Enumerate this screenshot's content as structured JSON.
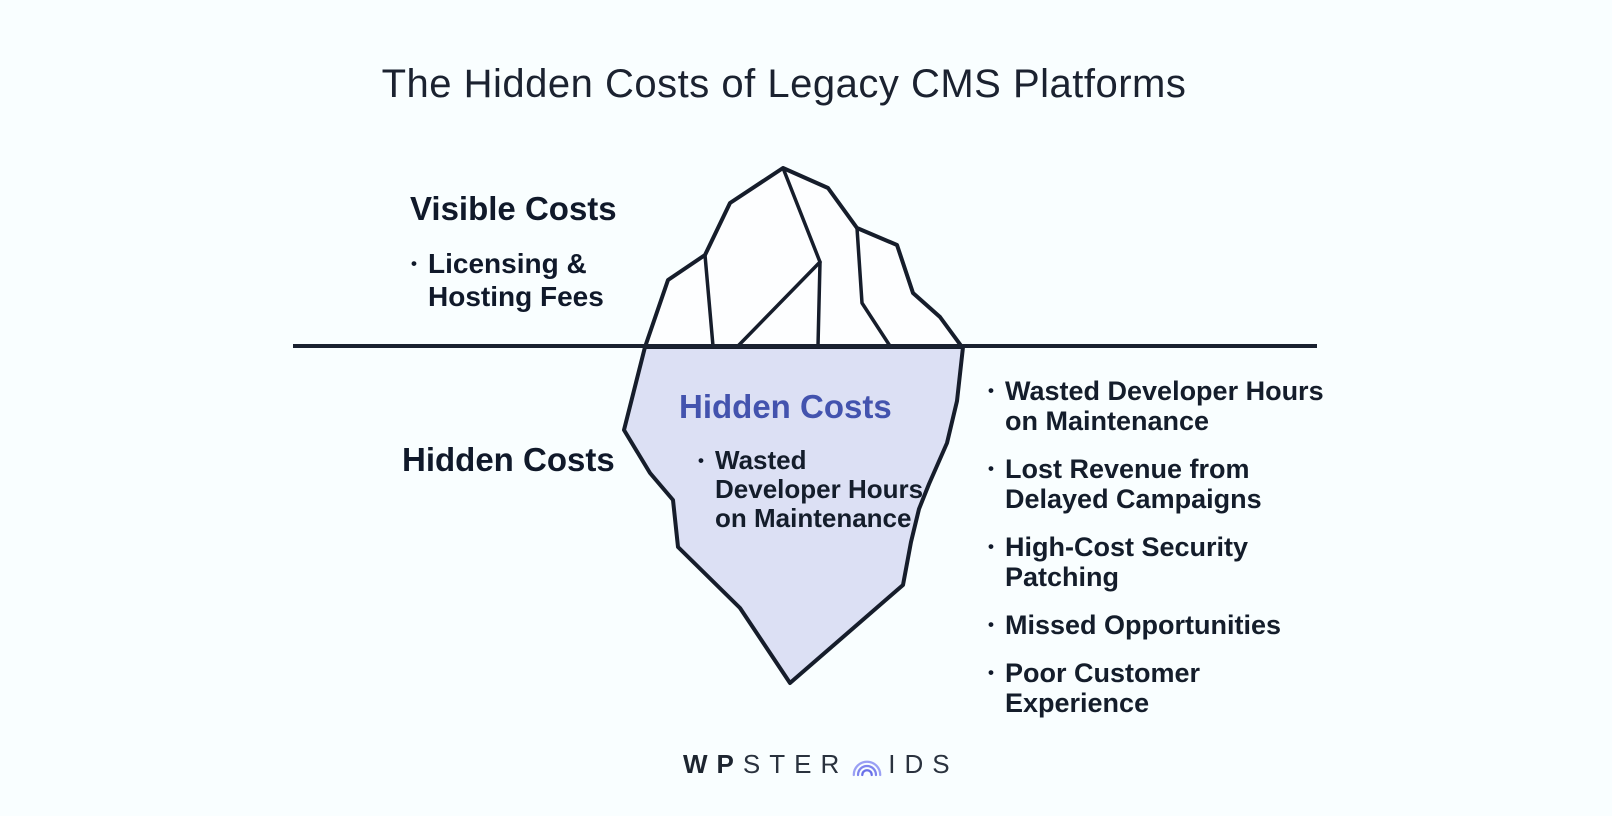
{
  "title": "The Hidden Costs of Legacy CMS Platforms",
  "visible": {
    "heading": "Visible Costs",
    "items": [
      {
        "lines": [
          "Licensing &",
          "Hosting Fees"
        ]
      }
    ]
  },
  "hidden_label": "Hidden Costs",
  "iceberg_label": {
    "heading": "Hidden Costs",
    "items": [
      {
        "lines": [
          "Wasted",
          "Developer Hours",
          "on Maintenance"
        ]
      }
    ]
  },
  "right_list": {
    "items": [
      {
        "lines": [
          "Wasted Developer Hours",
          "on Maintenance"
        ]
      },
      {
        "lines": [
          "Lost Revenue from",
          "Delayed Campaigns"
        ]
      },
      {
        "lines": [
          "High-Cost Security",
          "Patching"
        ]
      },
      {
        "lines": [
          "Missed Opportunities"
        ]
      },
      {
        "lines": [
          "Poor Customer",
          "Experience"
        ]
      }
    ]
  },
  "logo": {
    "bold": "WP",
    "mid": "STER",
    "tail": "IDS",
    "icon": "concentric-arcs-icon"
  },
  "ui": {
    "bullet": "•"
  },
  "colors": {
    "background": "#f9feff",
    "ink": "#141d2b",
    "outline": "#161d2b",
    "underwater_fill": "#dce0f4",
    "above_fill": "#fdfeff",
    "accent_blue": "#4353ae",
    "logo_purple": "#7f85ee"
  }
}
